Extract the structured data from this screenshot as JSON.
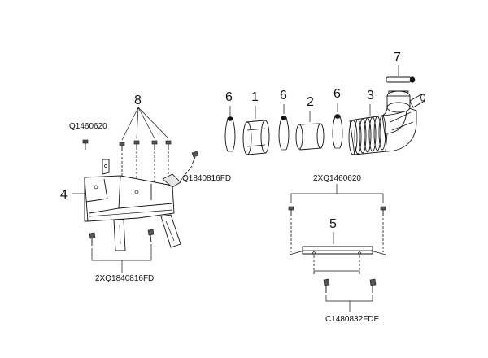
{
  "callouts": {
    "n1": "1",
    "n2": "2",
    "n3": "3",
    "n4": "4",
    "n5": "5",
    "n6a": "6",
    "n6b": "6",
    "n6c": "6",
    "n7": "7",
    "n8": "8"
  },
  "part_codes": {
    "q1460620": "Q1460620",
    "q1840816fd": "Q1840816FD",
    "xq1840816fd": "2XQ1840816FD",
    "xq1460620": "2XQ1460620",
    "c1480832fde": "C1480832FDE"
  }
}
